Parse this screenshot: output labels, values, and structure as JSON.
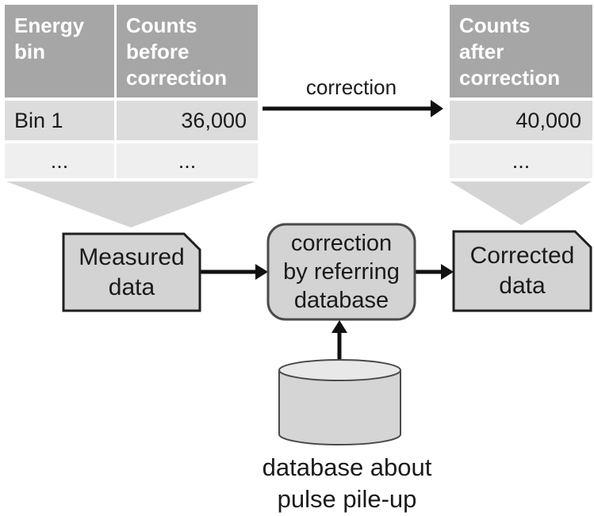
{
  "colors": {
    "table_header_bg": "#a6a6a6",
    "table_header_text": "#ffffff",
    "table_row1_bg": "#dcdcdc",
    "table_row2_bg": "#efefef",
    "funnel_fill": "#d4d4d4",
    "node_fill": "#d3d3d3",
    "card_border": "#1f1f1f",
    "process_border": "#4a4a4a",
    "cylinder_top_fill": "#e8e8e8",
    "arrow_color": "#111111",
    "text_color": "#1a1a1a"
  },
  "left_table": {
    "headers": [
      "Energy\nbin",
      "Counts\nbefore\ncorrection"
    ],
    "rows": [
      [
        "Bin 1",
        "36,000"
      ],
      [
        "...",
        "..."
      ]
    ]
  },
  "right_table": {
    "headers": [
      "Counts\nafter\ncorrection"
    ],
    "rows": [
      [
        "40,000"
      ],
      [
        "..."
      ]
    ]
  },
  "flow": {
    "correction_arrow_label": "correction",
    "measured_node": "Measured\ndata",
    "process_node": "correction\nby referring\ndatabase",
    "corrected_node": "Corrected\ndata",
    "database_caption": "database about\npulse pile-up"
  }
}
